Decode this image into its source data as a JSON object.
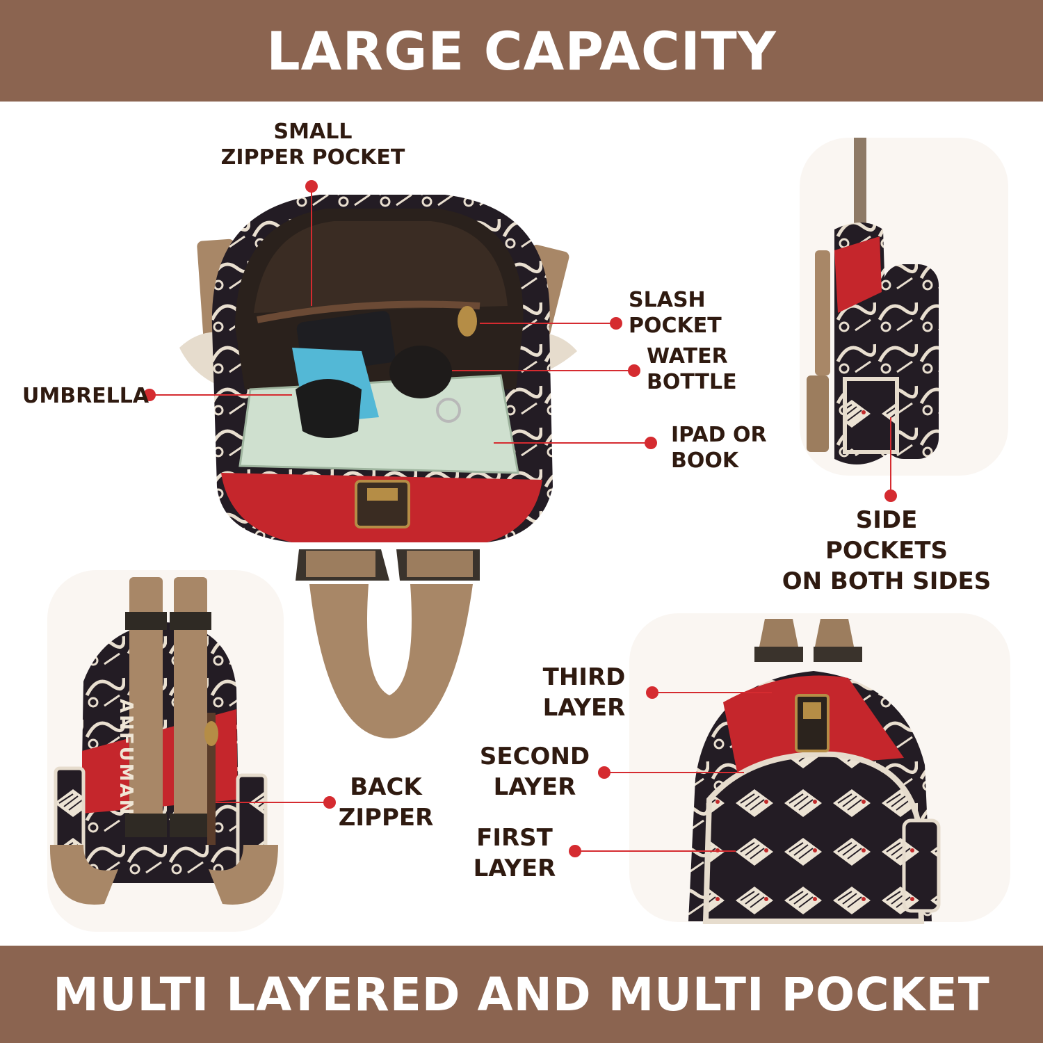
{
  "colors": {
    "banner": "#8b6450",
    "text": "#2f1a10",
    "callout": "#d52b30",
    "strap": "#9c7d5e"
  },
  "header": {
    "title": "LARGE CAPACITY"
  },
  "footer": {
    "title": "MULTI LAYERED AND MULTI POCKET"
  },
  "brand": {
    "strap_text": "ANFUMAN"
  },
  "callouts": {
    "small_zipper_pocket": "SMALL\nZIPPER POCKET",
    "slash_pocket": "SLASH\nPOCKET",
    "water_bottle": "WATER\nBOTTLE",
    "umbrella": "UMBRELLA",
    "ipad_or_book": "IPAD OR\nBOOK",
    "side_pockets": "SIDE\nPOCKETS\nON BOTH SIDES",
    "back_zipper": "BACK\nZIPPER",
    "third_layer": "THIRD\nLAYER",
    "second_layer": "SECOND\nLAYER",
    "first_layer": "FIRST\nLAYER"
  }
}
